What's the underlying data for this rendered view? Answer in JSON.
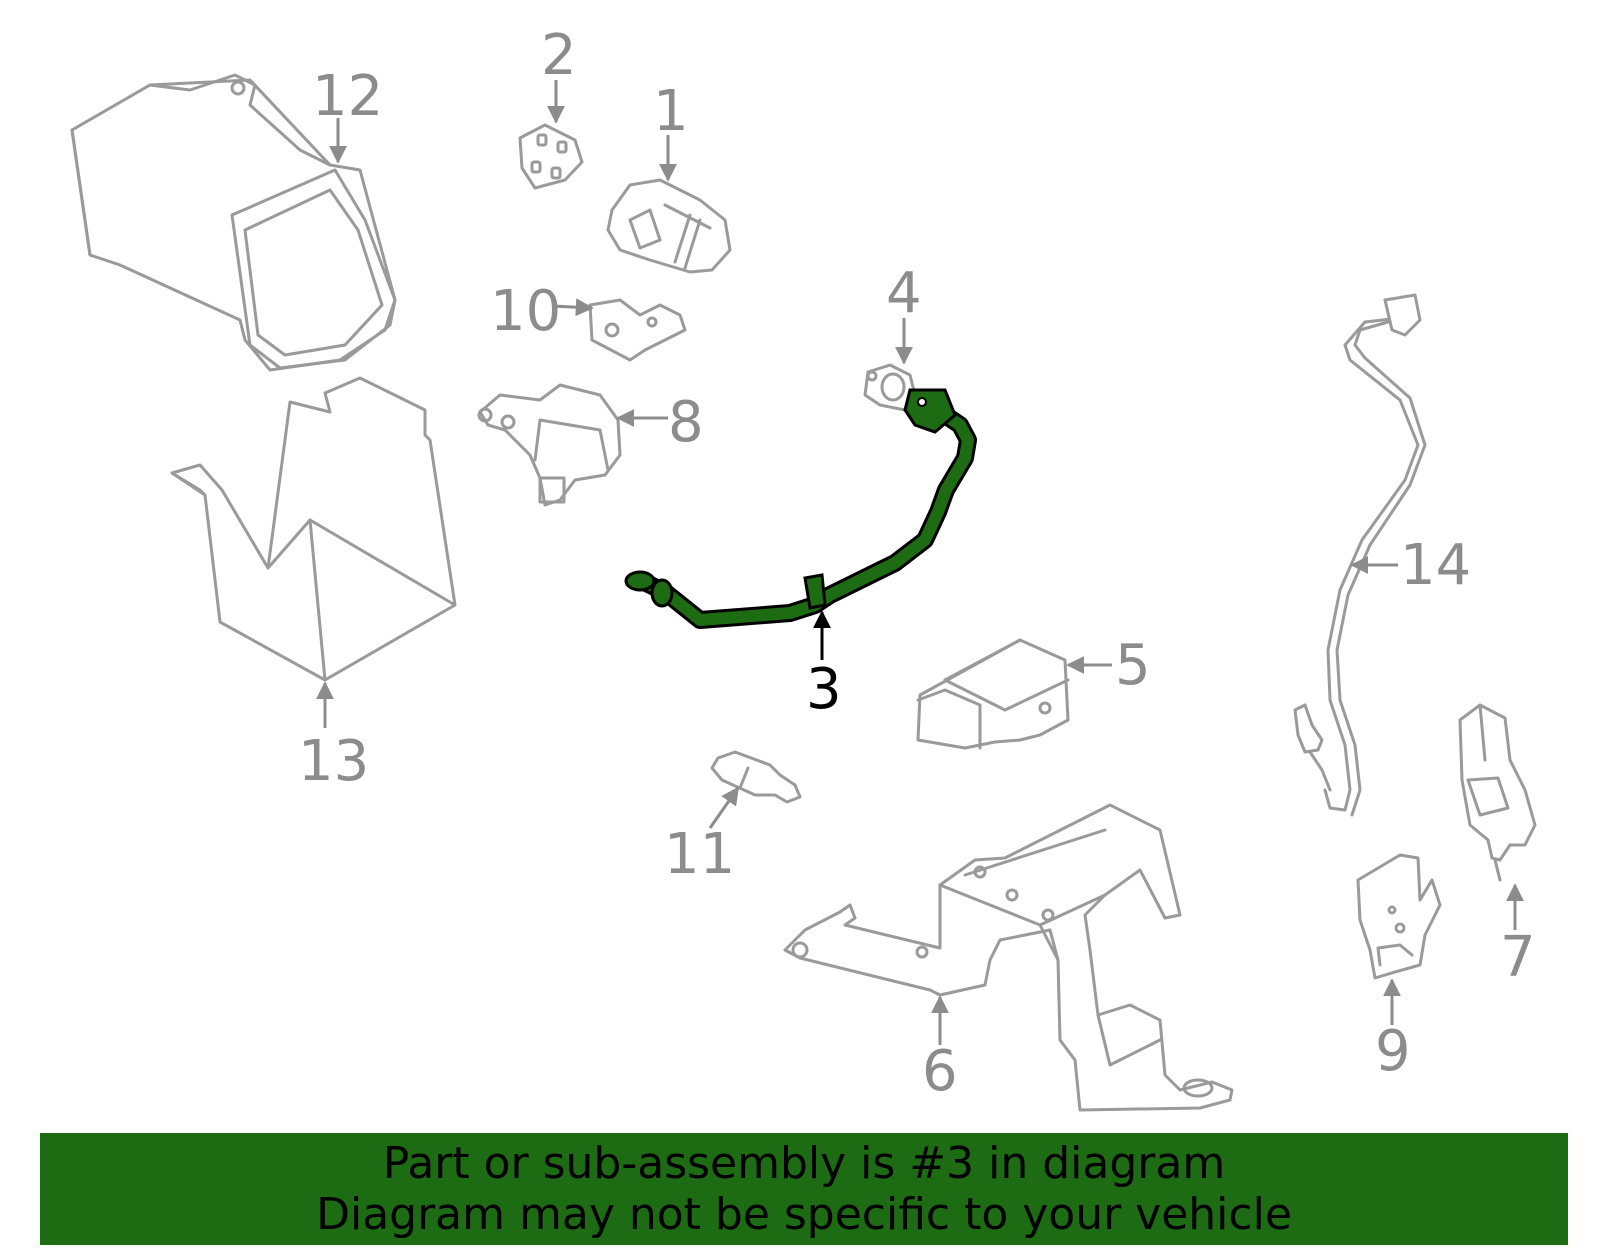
{
  "labels": {
    "p1": "1",
    "p2": "2",
    "p3": "3",
    "p4": "4",
    "p5": "5",
    "p6": "6",
    "p7": "7",
    "p8": "8",
    "p9": "9",
    "p10": "10",
    "p11": "11",
    "p12": "12",
    "p13": "13",
    "p14": "14"
  },
  "highlight": {
    "part": "3",
    "color": "#1d6b12"
  },
  "banner": {
    "line1": "Part or sub-assembly is #3 in diagram",
    "line2": "Diagram may not be specific to your vehicle",
    "background": "#1d6b12"
  }
}
